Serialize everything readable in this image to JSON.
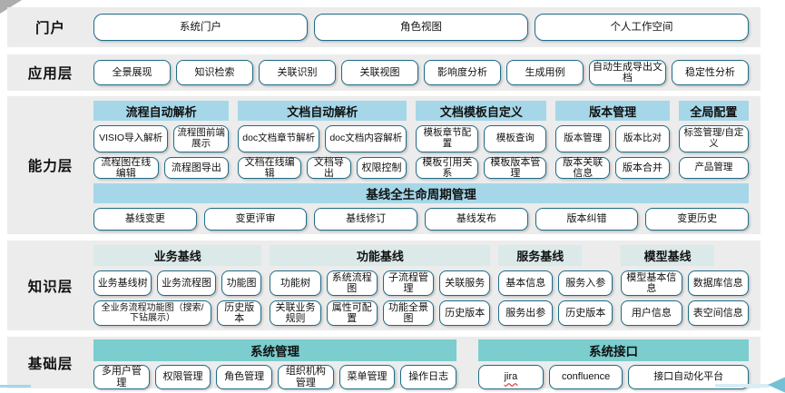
{
  "colors": {
    "band_bg": "#ececec",
    "header_blue": "#a5d7e8",
    "header_pale": "#dbe9e9",
    "header_teal": "#7bcdce",
    "btn_border": "#1e6b87",
    "arrow_teal": "#74c0d4",
    "line_blue": "#a6d6ea",
    "corner_gray": "#adadad",
    "squiggle_red": "#e03030"
  },
  "layers": {
    "portal": {
      "label": "门户",
      "buttons": [
        "系统门户",
        "角色视图",
        "个人工作空间"
      ]
    },
    "app": {
      "label": "应用层",
      "buttons": [
        "全景展现",
        "知识检索",
        "关联识别",
        "关联视图",
        "影响度分析",
        "生成用例",
        "自动生成导出文档",
        "稳定性分析"
      ]
    },
    "capability": {
      "label": "能力层",
      "groups": [
        {
          "title": "流程自动解析",
          "rows": [
            [
              "VISIO导入解析",
              "流程图前端展示"
            ],
            [
              "流程图在线编辑",
              "流程图导出"
            ]
          ]
        },
        {
          "title": "文档自动解析",
          "rows": [
            [
              "doc文档章节解析",
              "doc文档内容解析"
            ],
            [
              "文档在线编辑",
              "文档导出",
              "权限控制"
            ]
          ]
        },
        {
          "title": "文档模板自定义",
          "rows": [
            [
              "模板章节配置",
              "模板查询"
            ],
            [
              "模板引用关系",
              "模板版本管理"
            ]
          ]
        },
        {
          "title": "版本管理",
          "rows": [
            [
              "版本管理",
              "版本比对"
            ],
            [
              "版本关联信息",
              "版本合并"
            ]
          ]
        },
        {
          "title": "全局配置",
          "rows": [
            [
              "标签管理/自定义"
            ],
            [
              "产品管理"
            ]
          ]
        }
      ],
      "baseline": {
        "title": "基线全生命周期管理",
        "buttons": [
          "基线变更",
          "变更评审",
          "基线修订",
          "基线发布",
          "版本纠错",
          "变更历史"
        ]
      }
    },
    "knowledge": {
      "label": "知识层",
      "groups": [
        {
          "title": "业务基线",
          "rows": [
            [
              "业务基线树",
              "业务流程图",
              "功能图"
            ],
            [
              "全业务流程功能图（搜索/下钻展示）",
              "历史版本"
            ]
          ]
        },
        {
          "title": "功能基线",
          "rows": [
            [
              "功能树",
              "系统流程图",
              "子流程管理",
              "关联服务"
            ],
            [
              "关联业务规则",
              "属性可配置",
              "功能全景图",
              "历史版本"
            ]
          ]
        },
        {
          "title": "服务基线",
          "rows": [
            [
              "基本信息",
              "服务入参"
            ],
            [
              "服务出参",
              "历史版本"
            ]
          ]
        },
        {
          "title": "模型基线",
          "rows": [
            [
              "模型基本信息",
              "数据库信息"
            ],
            [
              "用户信息",
              "表空间信息"
            ]
          ]
        }
      ]
    },
    "base": {
      "label": "基础层",
      "groups": [
        {
          "title": "系统管理",
          "buttons": [
            "多用户管理",
            "权限管理",
            "角色管理",
            "组织机构管理",
            "菜单管理",
            "操作日志"
          ]
        },
        {
          "title": "系统接口",
          "buttons": [
            "jira",
            "confluence",
            "接口自动化平台"
          ]
        }
      ]
    }
  }
}
